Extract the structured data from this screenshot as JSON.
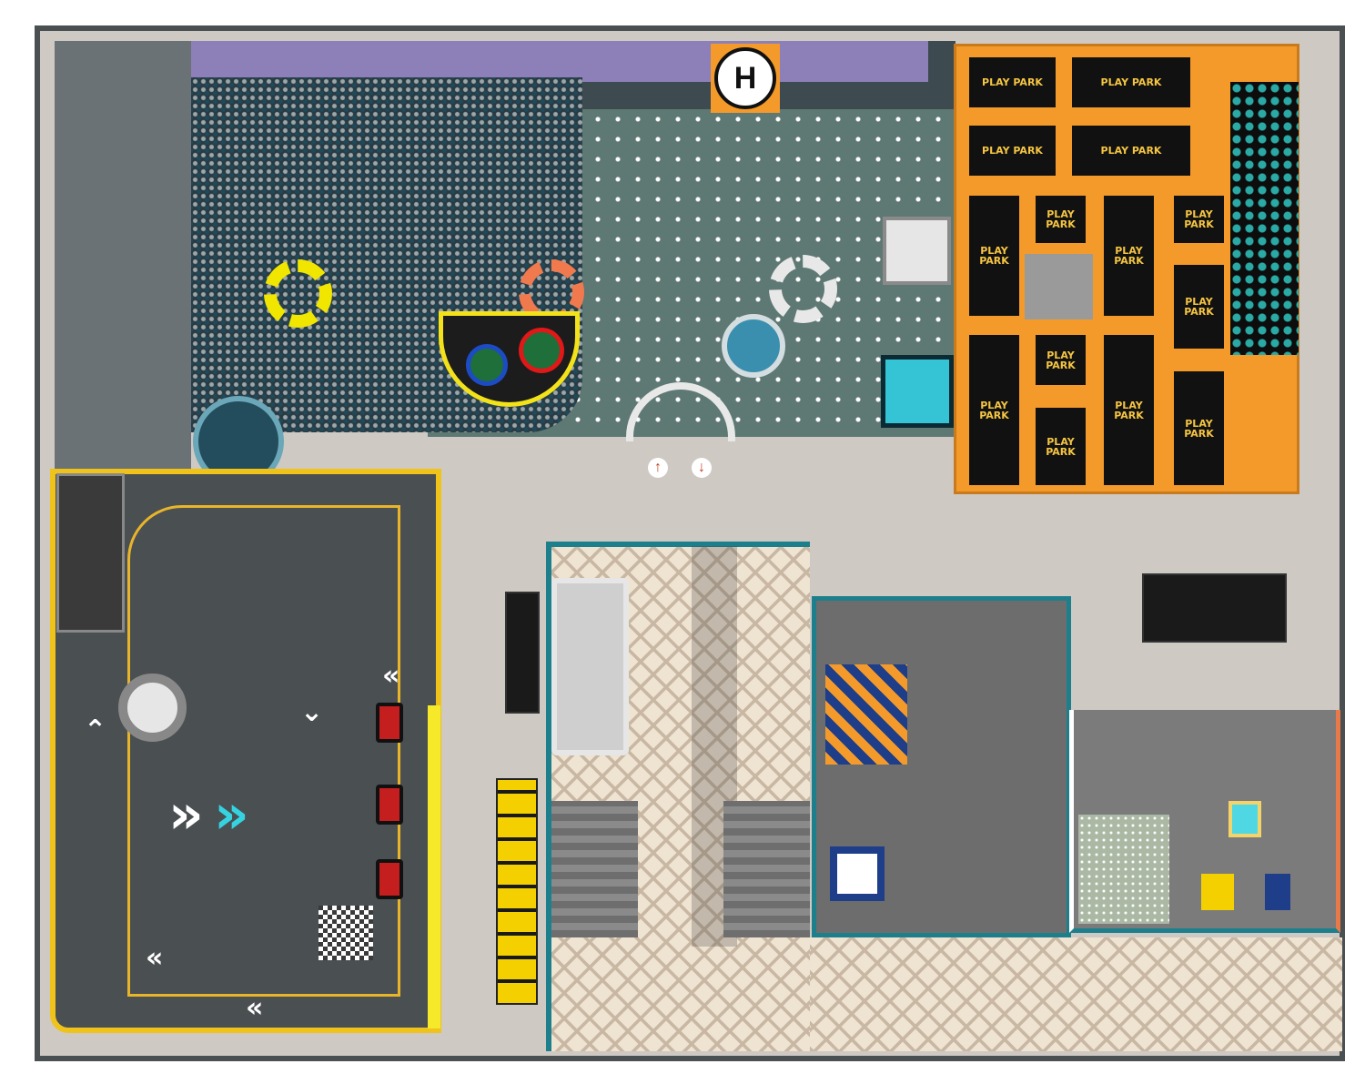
{
  "helipad": {
    "label": "H"
  },
  "trampoline": {
    "brand_label": "PLAY PARK",
    "pads": [
      "PLAY PARK",
      "PLAY PARK",
      "PLAY PARK",
      "PLAY PARK",
      "PLAY PARK",
      "PLAY PARK",
      "PLAY PARK",
      "PLAY PARK",
      "PLAY PARK",
      "PLAY PARK",
      "PLAY PARK",
      "PLAY PARK",
      "PLAY PARK",
      "PLAY PARK"
    ]
  },
  "entrance": {
    "up_arrow": "↑",
    "down_arrow": "↓"
  },
  "track": {
    "chevron_left": "«",
    "chevron_right": "»",
    "chevron_up": "⌃",
    "chevron_down": "⌄"
  },
  "colors": {
    "accent_orange": "#f39a2a",
    "teal_wall": "#1e7f8c",
    "track_yellow": "#f0c31a",
    "kart_red": "#c41e1e",
    "floor_beige": "#efe3d2"
  }
}
